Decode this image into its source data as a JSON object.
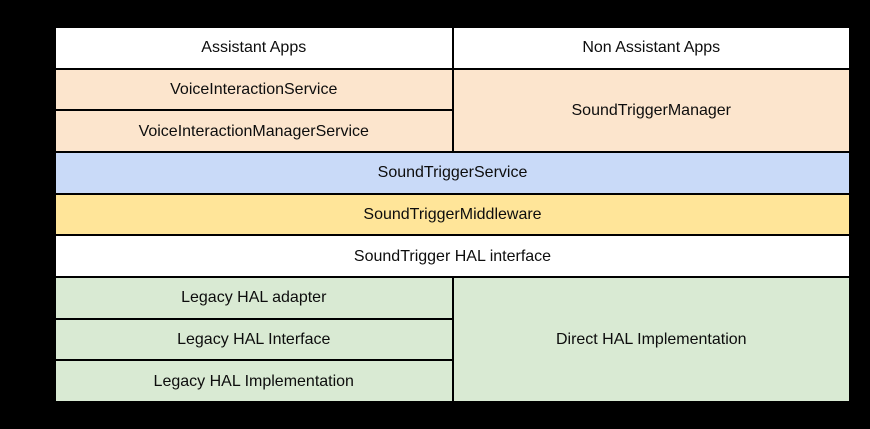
{
  "canvas": {
    "background": "#000000"
  },
  "diagram": {
    "border_color": "#000000",
    "text_color": "#0d0d0d",
    "colors": {
      "white": "#ffffff",
      "peach": "#fce5cd",
      "blue": "#c9daf8",
      "yellow": "#ffe599",
      "green": "#d9ead3"
    },
    "cells": {
      "assistant_apps": "Assistant Apps",
      "non_assistant_apps": "Non Assistant Apps",
      "voice_interaction_service": "VoiceInteractionService",
      "voice_interaction_manager_service": "VoiceInteractionManagerService",
      "sound_trigger_manager": "SoundTriggerManager",
      "sound_trigger_service": "SoundTriggerService",
      "sound_trigger_middleware": "SoundTriggerMiddleware",
      "sound_trigger_hal_interface": "SoundTrigger HAL interface",
      "legacy_hal_adapter": "Legacy HAL adapter",
      "legacy_hal_interface": "Legacy HAL Interface",
      "legacy_hal_implementation": "Legacy HAL Implementation",
      "direct_hal_implementation": "Direct HAL Implementation"
    }
  }
}
